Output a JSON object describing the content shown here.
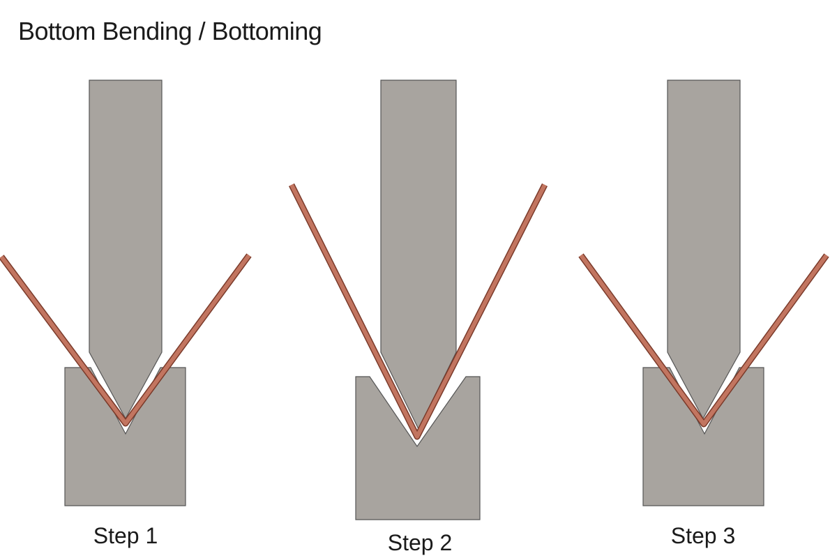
{
  "title": "Bottom Bending / Bottoming",
  "colors": {
    "tool_fill": "#a8a49f",
    "tool_stroke": "#555555",
    "sheet_fill": "#c27560",
    "sheet_stroke": "#7a3a2a",
    "text": "#1a1a1a"
  },
  "steps": [
    {
      "label": "Step 1"
    },
    {
      "label": "Step 2"
    },
    {
      "label": "Step 3"
    }
  ]
}
